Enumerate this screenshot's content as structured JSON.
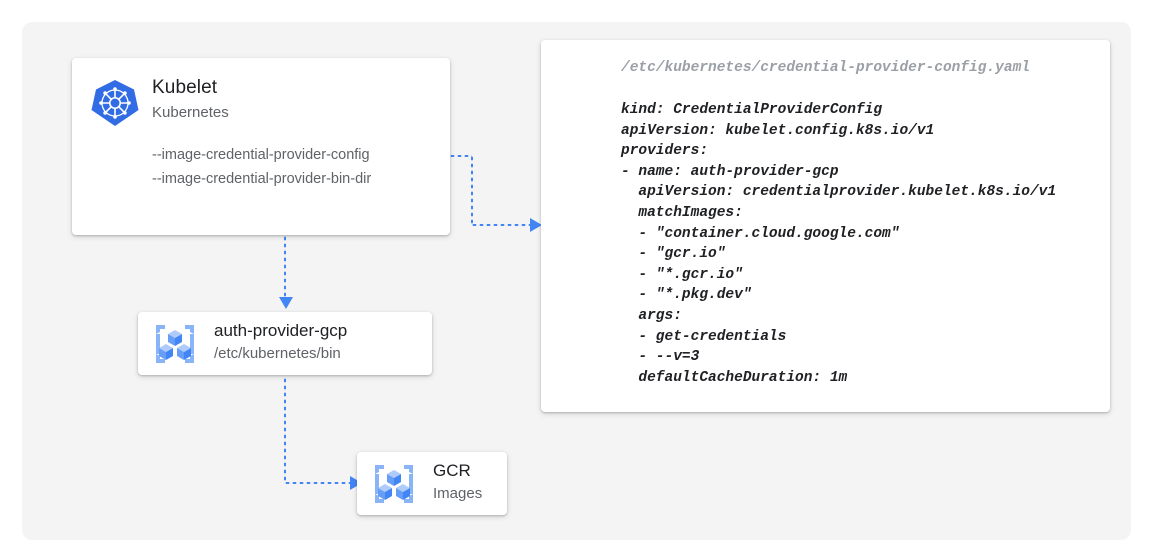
{
  "diagram": {
    "title": "kubelet credential provider flow",
    "colors": {
      "canvas_bg": "#f4f4f4",
      "card_bg": "#ffffff",
      "accent_blue": "#4285f4",
      "icon_blue_light": "#8ab4f8",
      "text_primary": "#202124",
      "text_secondary": "#5f6368",
      "code_muted": "#9aa0a6",
      "k8s_blue": "#326ce5"
    }
  },
  "kubelet": {
    "icon": "kubernetes-logo-icon",
    "title": "Kubelet",
    "subtitle": "Kubernetes",
    "flags": [
      "--image-credential-provider-config",
      "--image-credential-provider-bin-dir"
    ]
  },
  "provider": {
    "icon": "gcp-container-registry-icon",
    "title": "auth-provider-gcp",
    "subtitle": "/etc/kubernetes/bin"
  },
  "gcr": {
    "icon": "gcp-container-registry-icon",
    "title": "GCR",
    "subtitle": "Images"
  },
  "code": {
    "filepath": "/etc/kubernetes/credential-provider-config.yaml",
    "lines": [
      "kind: CredentialProviderConfig",
      "apiVersion: kubelet.config.k8s.io/v1",
      "providers:",
      "- name: auth-provider-gcp",
      "  apiVersion: credentialprovider.kubelet.k8s.io/v1",
      "  matchImages:",
      "  - \"container.cloud.google.com\"",
      "  - \"gcr.io\"",
      "  - \"*.gcr.io\"",
      "  - \"*.pkg.dev\"",
      "  args:",
      "  - get-credentials",
      "  - --v=3",
      "  defaultCacheDuration: 1m"
    ],
    "text": "kind: CredentialProviderConfig\napiVersion: kubelet.config.k8s.io/v1\nproviders:\n- name: auth-provider-gcp\n  apiVersion: credentialprovider.kubelet.k8s.io/v1\n  matchImages:\n  - \"container.cloud.google.com\"\n  - \"gcr.io\"\n  - \"*.gcr.io\"\n  - \"*.pkg.dev\"\n  args:\n  - get-credentials\n  - --v=3\n  defaultCacheDuration: 1m"
  },
  "connectors": [
    {
      "name": "kubelet-config-to-code",
      "from": "kubelet.flags.0",
      "to": "code"
    },
    {
      "name": "kubelet-to-provider",
      "from": "kubelet",
      "to": "provider"
    },
    {
      "name": "provider-to-gcr",
      "from": "provider",
      "to": "gcr"
    }
  ]
}
